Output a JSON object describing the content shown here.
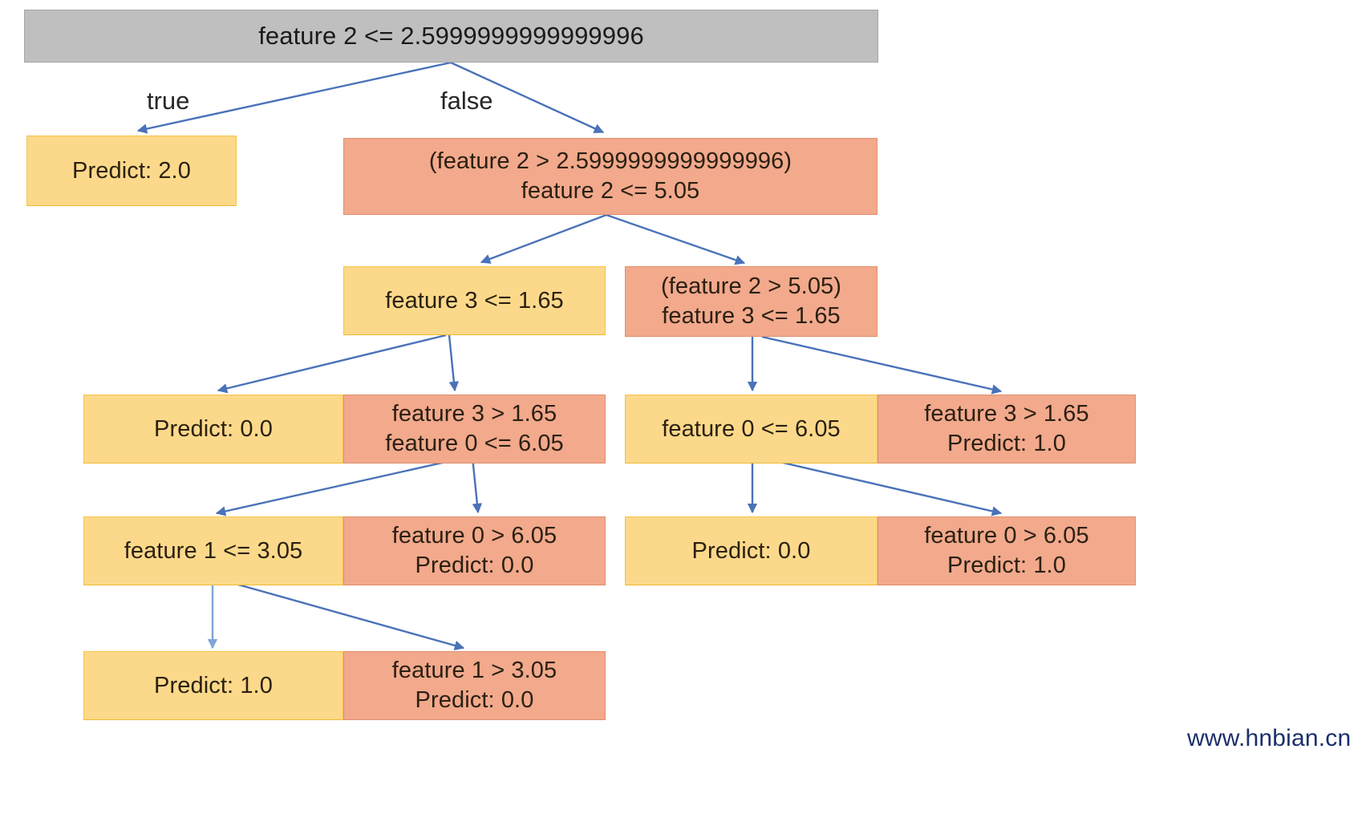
{
  "diagram": {
    "title": "Decision tree visualization",
    "watermark": "www.hnbian.cn",
    "colors": {
      "root_fill": "#bfbfbf",
      "root_border": "#a6a6a6",
      "leaf_fill": "#fcd98a",
      "leaf_border": "#f5c34a",
      "split_fill": "#f2a98c",
      "split_border": "#e08f6e",
      "arrow": "#4a72b8",
      "arrow_light": "#7fa6d8",
      "text": "#2b2012",
      "watermark_text": "#1b2f6b"
    },
    "edge_labels": [
      {
        "id": "edge-true",
        "text": "true"
      },
      {
        "id": "edge-false",
        "text": "false"
      }
    ],
    "nodes": [
      {
        "id": "root",
        "kind": "root",
        "lines": [
          "feature 2 <= 2.5999999999999996"
        ]
      },
      {
        "id": "leaf-predict-2",
        "kind": "leaf",
        "lines": [
          "Predict: 2.0"
        ]
      },
      {
        "id": "split-f2-gt-2p6",
        "kind": "split",
        "lines": [
          "(feature 2 > 2.5999999999999996)",
          "feature 2 <= 5.05"
        ]
      },
      {
        "id": "split-f3-le-165-left",
        "kind": "leaf",
        "lines": [
          "feature 3 <= 1.65"
        ]
      },
      {
        "id": "split-f2-gt-505",
        "kind": "split",
        "lines": [
          "(feature 2 > 5.05)",
          "feature 3 <= 1.65"
        ]
      },
      {
        "id": "leaf-predict-0-left",
        "kind": "leaf",
        "lines": [
          "Predict: 0.0"
        ]
      },
      {
        "id": "split-f3-gt-165-f0-le-605",
        "kind": "split",
        "lines": [
          "feature 3 > 1.65",
          "feature 0 <= 6.05"
        ]
      },
      {
        "id": "leaf-f0-le-605-right",
        "kind": "leaf",
        "lines": [
          "feature 0 <= 6.05"
        ]
      },
      {
        "id": "split-f3-gt-165-predict-1",
        "kind": "split",
        "lines": [
          "feature 3 > 1.65",
          "Predict: 1.0"
        ]
      },
      {
        "id": "leaf-f1-le-305",
        "kind": "leaf",
        "lines": [
          "feature 1 <= 3.05"
        ]
      },
      {
        "id": "split-f0-gt-605-predict-0",
        "kind": "split",
        "lines": [
          "feature 0 > 6.05",
          "Predict: 0.0"
        ]
      },
      {
        "id": "leaf-predict-0-right",
        "kind": "leaf",
        "lines": [
          "Predict: 0.0"
        ]
      },
      {
        "id": "split-f0-gt-605-predict-1",
        "kind": "split",
        "lines": [
          "feature 0 > 6.05",
          "Predict: 1.0"
        ]
      },
      {
        "id": "leaf-predict-1-bottom",
        "kind": "leaf",
        "lines": [
          "Predict: 1.0"
        ]
      },
      {
        "id": "split-f1-gt-305-predict-0",
        "kind": "split",
        "lines": [
          "feature 1 > 3.05",
          "Predict: 0.0"
        ]
      }
    ]
  }
}
